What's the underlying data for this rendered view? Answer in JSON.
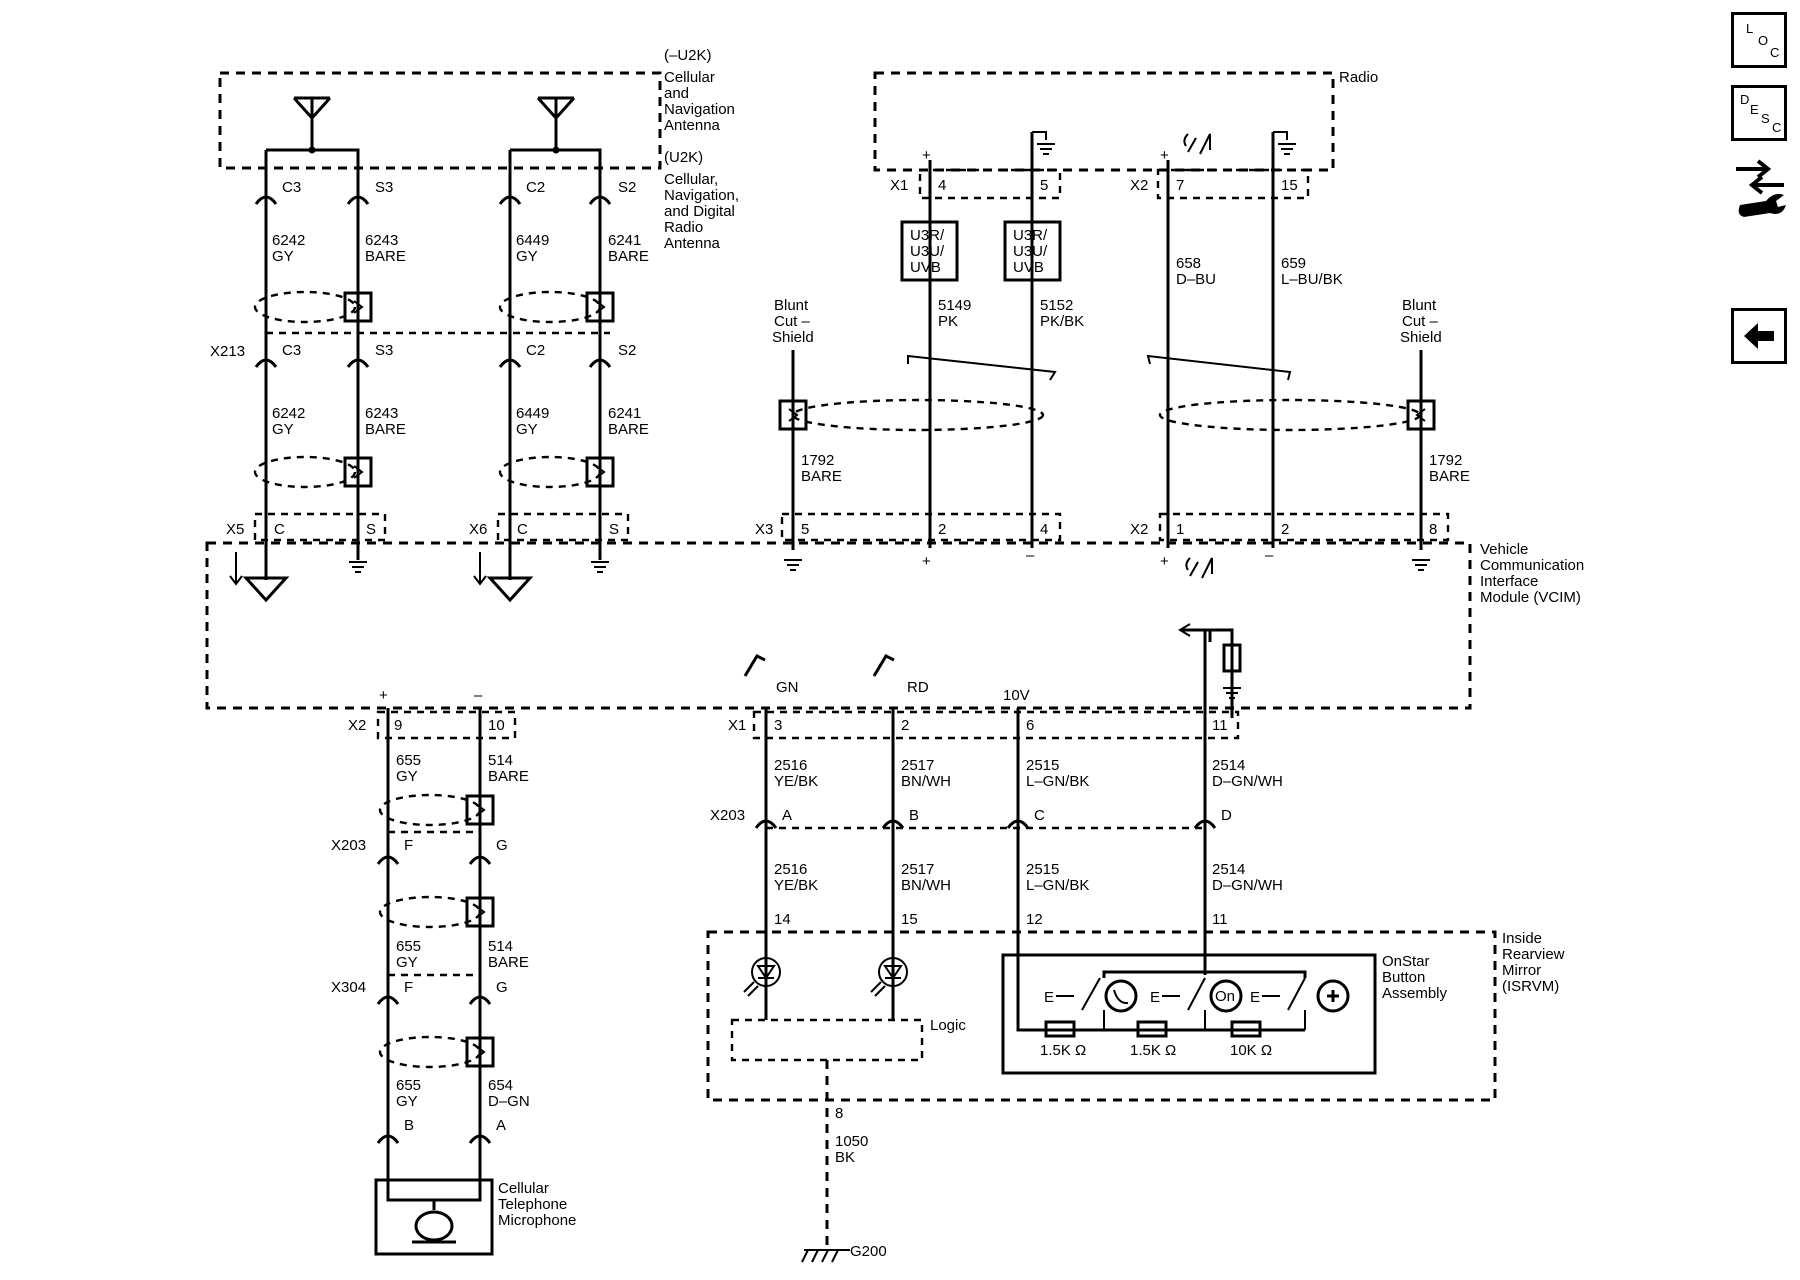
{
  "components": {
    "antenna_title_1": "(–U2K)",
    "antenna_title_1_lines": [
      "Cellular",
      "and",
      "Navigation",
      "Antenna"
    ],
    "antenna_title_2": "(U2K)",
    "antenna_title_2_lines": [
      "Cellular,",
      "Navigation,",
      "and Digital",
      "Radio",
      "Antenna"
    ],
    "radio": "Radio",
    "vcim_lines": [
      "Vehicle",
      "Communication",
      "Interface",
      "Module (VCIM)"
    ],
    "isrvm_lines": [
      "Inside",
      "Rearview",
      "Mirror",
      "(ISRVM)"
    ],
    "onstar_lines": [
      "OnStar",
      "Button",
      "Assembly"
    ],
    "microphone_lines": [
      "Cellular",
      "Telephone",
      "Microphone"
    ],
    "blunt_cut_lines": [
      "Blunt",
      "Cut –",
      "Shield"
    ],
    "logic": "Logic",
    "option_box_lines": [
      "U3R/",
      "U3U/",
      "UVB"
    ]
  },
  "connectors": {
    "X1": "X1",
    "X2": "X2",
    "X3": "X3",
    "X5": "X5",
    "X6": "X6",
    "X213": "X213",
    "X203": "X203",
    "X304": "X304",
    "G200": "G200"
  },
  "pins": {
    "C3": "C3",
    "S3": "S3",
    "C2": "C2",
    "S2": "S2",
    "C": "C",
    "S": "S",
    "p1": "1",
    "p2": "2",
    "p3": "3",
    "p4": "4",
    "p5": "5",
    "p6": "6",
    "p7": "7",
    "p8": "8",
    "p9": "9",
    "p10": "10",
    "p11": "11",
    "p12": "12",
    "p14": "14",
    "p15": "15",
    "A": "A",
    "B": "B",
    "D": "D",
    "F": "F",
    "G": "G"
  },
  "wires": {
    "w6242": [
      "6242",
      "GY"
    ],
    "w6243": [
      "6243",
      "BARE"
    ],
    "w6449": [
      "6449",
      "GY"
    ],
    "w6241": [
      "6241",
      "BARE"
    ],
    "w5149": [
      "5149",
      "PK"
    ],
    "w5152": [
      "5152",
      "PK/BK"
    ],
    "w658": [
      "658",
      "D–BU"
    ],
    "w659": [
      "659",
      "L–BU/BK"
    ],
    "w1792": [
      "1792",
      "BARE"
    ],
    "w655": [
      "655",
      "GY"
    ],
    "w514": [
      "514",
      "BARE"
    ],
    "w654": [
      "654",
      "D–GN"
    ],
    "w2516": [
      "2516",
      "YE/BK"
    ],
    "w2517": [
      "2517",
      "BN/WH"
    ],
    "w2515": [
      "2515",
      "L–GN/BK"
    ],
    "w2514": [
      "2514",
      "D–GN/WH"
    ],
    "w1050": [
      "1050",
      "BK"
    ]
  },
  "signals": {
    "gn": "GN",
    "rd": "RD",
    "v10": "10V",
    "plus": "+",
    "minus": "–"
  },
  "resistors": {
    "r1": "1.5K Ω",
    "r2": "1.5K Ω",
    "r3": "10K Ω"
  },
  "onstar_switch_label": "E",
  "onstar_button_text": "On",
  "nav": {
    "loc": [
      "L",
      "O",
      "C"
    ],
    "desc": [
      "D",
      "E",
      "S",
      "C"
    ]
  }
}
